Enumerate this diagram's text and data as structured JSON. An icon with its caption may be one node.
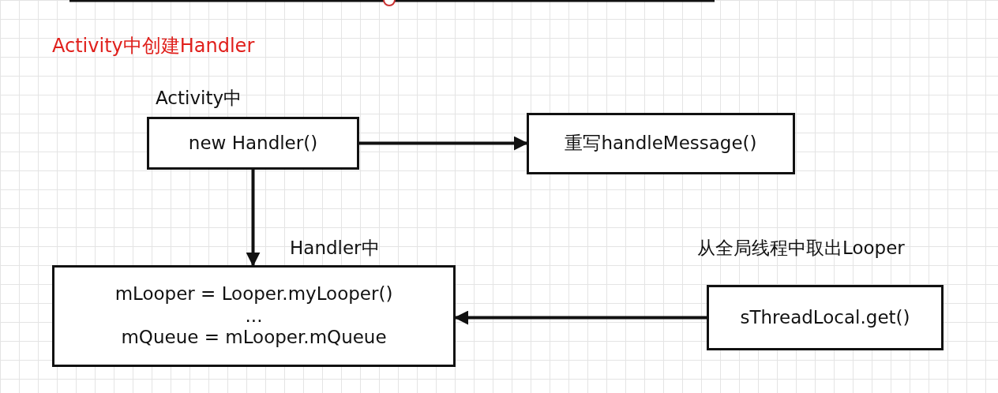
{
  "diagram": {
    "title": "Activity中创建Handler",
    "nodes": [
      {
        "text": [
          "Activity中",
          "new Handler()"
        ]
      },
      {
        "text": [
          "重写handleMessage()"
        ]
      },
      {
        "text": [
          "Handler中",
          "mLooper = Looper.myLooper()",
          "...",
          "mQueue = mLooper.mQueue"
        ]
      },
      {
        "text": [
          "从全局线程中取出Looper",
          "sThreadLocal.get()"
        ]
      }
    ],
    "edges": [
      {
        "from": 0,
        "to": 1,
        "arrow": "to"
      },
      {
        "from": 0,
        "to": 2,
        "arrow": "to"
      },
      {
        "from": 3,
        "to": 2,
        "arrow": "to"
      }
    ]
  }
}
